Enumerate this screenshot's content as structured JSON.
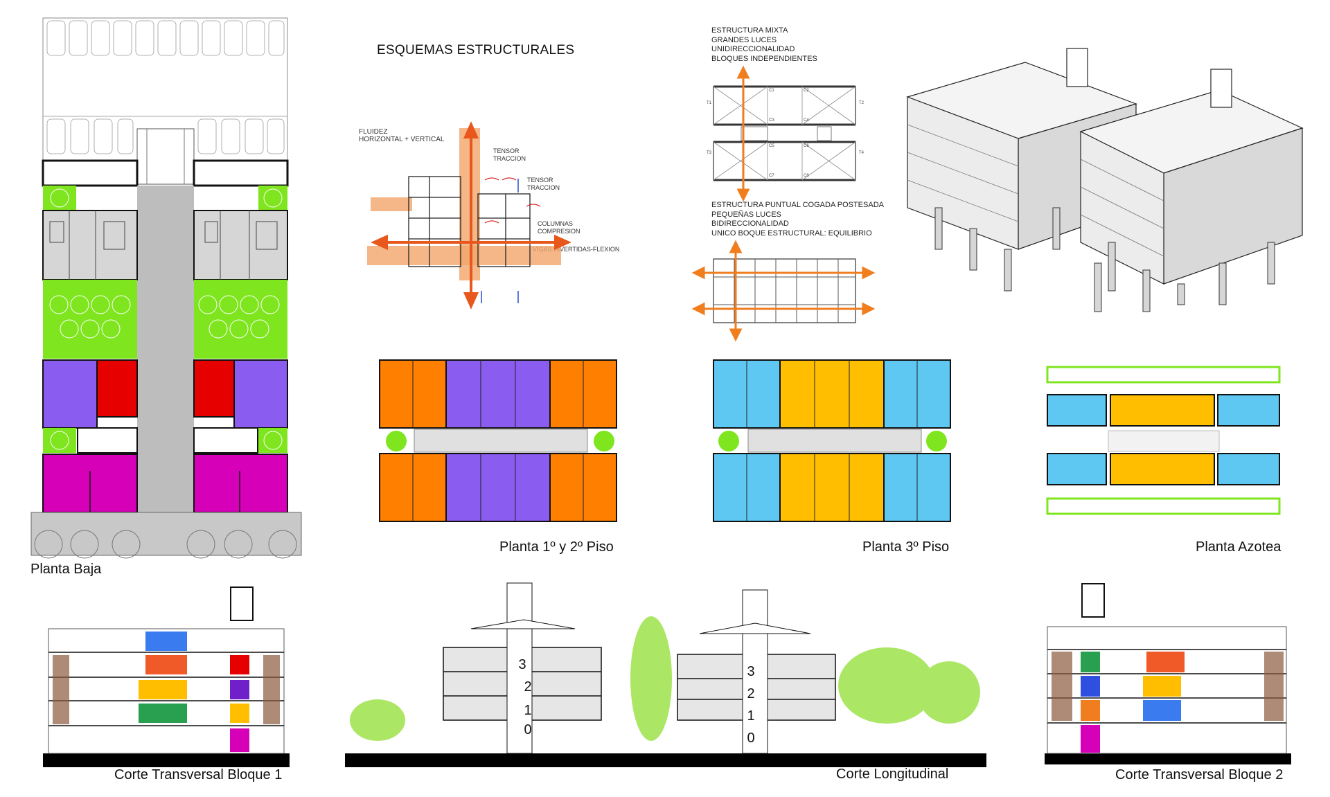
{
  "diagram_title": "ESQUEMAS ESTRUCTURALES",
  "plan_labels": {
    "planta_baja": "Planta Baja",
    "planta_1_2": "Planta 1º y 2º Piso",
    "planta_3": "Planta 3º Piso",
    "planta_azotea": "Planta Azotea"
  },
  "section_labels": {
    "transversal_1": "Corte Transversal Bloque 1",
    "longitudinal": "Corte Longitudinal",
    "transversal_2": "Corte Transversal Bloque 2"
  },
  "structural_annotations": {
    "fluidez": "FLUIDEZ\nHORIZONTAL + VERTICAL",
    "tensor_1": "TENSOR\nTRACCION",
    "tensor_2": "TENSOR\nTRACCION",
    "columnas": "COLUMNAS\nCOMPRESION",
    "vigas": "VIGAS INVERTIDAS-FLEXION"
  },
  "scheme_notes": {
    "mixta": "ESTRUCTURA MIXTA\nGRANDES LUCES\nUNIDIRECCIONALIDAD\nBLOQUES INDEPENDIENTES",
    "puntual": "ESTRUCTURA PUNTUAL COGADA POSTESADA\nPEQUEÑAS LUCES\nBIDIRECCIONALIDAD\nUNICO BOQUE ESTRUCTURAL: EQUILIBRIO"
  },
  "grid_tags": [
    "C1",
    "C2",
    "C3",
    "C4",
    "C5",
    "C6",
    "C7",
    "C8",
    "T1",
    "T2",
    "T3",
    "T4"
  ],
  "level_numbers": {
    "block1": [
      "3",
      "2",
      "1",
      "0"
    ],
    "block2": [
      "3",
      "2",
      "1",
      "0"
    ]
  },
  "colors": {
    "orange": "#ff7f00",
    "violet": "#8a5cf0",
    "cyan": "#5ec8f2",
    "yellow": "#ffbf00",
    "green": "#7fe51f",
    "red": "#e60000",
    "magenta": "#d600b8",
    "gray": "#bdbdbd",
    "arrow": "#e8581c"
  }
}
